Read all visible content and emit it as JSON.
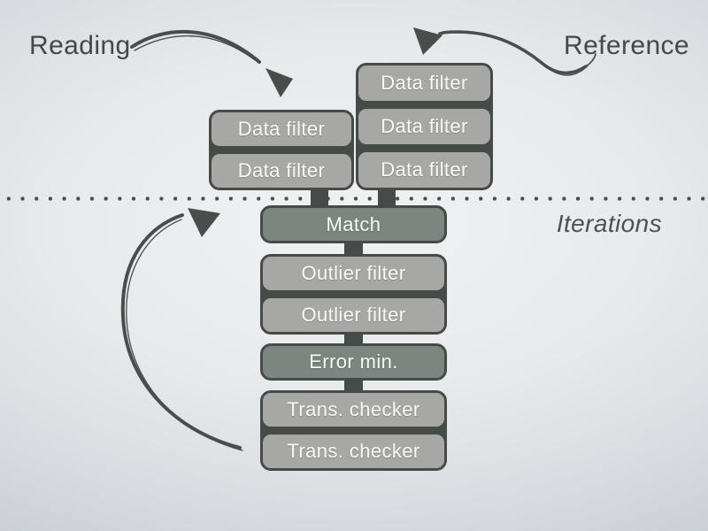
{
  "labels": {
    "reading": "Reading",
    "reference": "Reference",
    "iterations": "Iterations"
  },
  "stacks": {
    "reading": {
      "items": [
        "Data filter",
        "Data filter"
      ]
    },
    "reference": {
      "items": [
        "Data filter",
        "Data filter",
        "Data filter"
      ]
    }
  },
  "pipeline": {
    "match": "Match",
    "outlier1": "Outlier filter",
    "outlier2": "Outlier filter",
    "error_min": "Error min.",
    "trans1": "Trans. checker",
    "trans2": "Trans. checker"
  },
  "icons": {
    "reading_arrow": "curved-arrow-down-right",
    "reference_arrow": "curved-arrow-down-left",
    "iteration_loop_arrow": "loop-back-arc-arrow",
    "divider": "dotted-line"
  },
  "colors": {
    "box-dark": "#7b8680",
    "box-light": "#a7a8a6",
    "frame": "#454c48",
    "box-text": "#f8f8f6",
    "label-text": "#45484b",
    "ink": "#4a4d4b"
  }
}
